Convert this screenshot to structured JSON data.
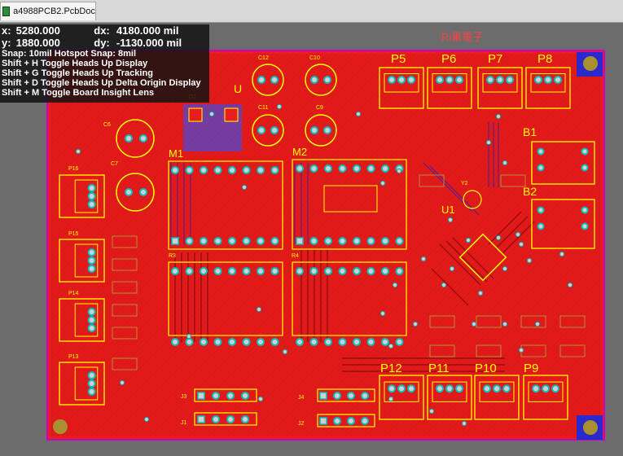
{
  "window": {
    "tab_title": "a4988PCB2.PcbDoc"
  },
  "hud": {
    "x_label": "x:",
    "x_value": "5280.000",
    "dx_label": "dx:",
    "dx_value": "4180.000 mil",
    "y_label": "y:",
    "y_value": "1880.000",
    "dy_label": "dy:",
    "dy_value": "-1130.000 mil",
    "snap": "Snap: 10mil Hotspot Snap: 8mil",
    "shortcuts": [
      "Shift + H   Toggle Heads Up Display",
      "Shift + G   Toggle Heads Up Tracking",
      "Shift + D   Toggle Heads Up Delta Origin Display",
      "Shift + M   Toggle Board Insight Lens"
    ]
  },
  "board": {
    "title_text": "Ri果電子",
    "designators": {
      "P5": "P5",
      "P6": "P6",
      "P7": "P7",
      "P8": "P8",
      "P9": "P9",
      "P10": "P10",
      "P11": "P11",
      "P12": "P12",
      "P13": "P13",
      "P14": "P14",
      "P15": "P15",
      "P16": "P16",
      "M1": "M1",
      "M2": "M2",
      "U1": "U1",
      "U": "U",
      "B1": "B1",
      "B2": "B2",
      "C6": "C6",
      "C7": "C7",
      "C9": "C9",
      "C10": "C10",
      "C11": "C11",
      "C12": "C12",
      "J1": "J1",
      "J2": "J2",
      "J3": "J3",
      "J4": "J4",
      "R3": "R3",
      "R4": "R4",
      "Y2": "Y2",
      "D2": "D2"
    },
    "colors": {
      "copper": "#e81e1e",
      "silkscreen": "#ffff00",
      "outline": "#cc00cc",
      "pad": "#d0d0d0",
      "via": "#00c2c2",
      "background": "#6c6c6c"
    }
  }
}
